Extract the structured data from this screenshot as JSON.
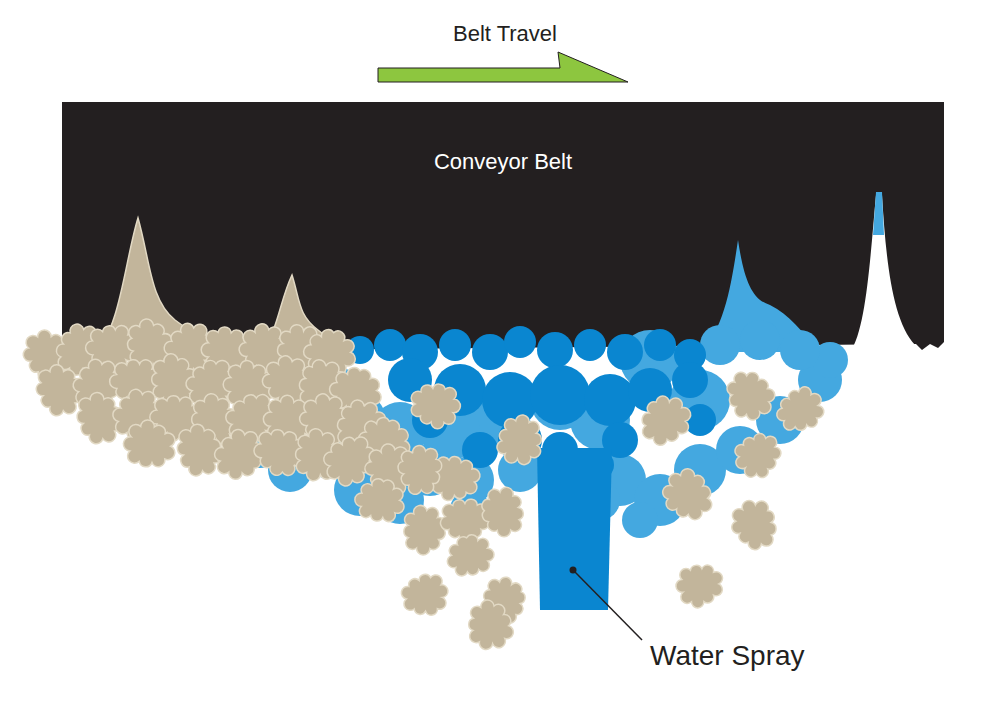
{
  "diagram": {
    "nodes": [
      {
        "text": [
          "Belt Travel"
        ]
      },
      {
        "text": [
          "Conveyor Belt"
        ]
      }
    ],
    "labels": [
      "Water Spray"
    ]
  }
}
